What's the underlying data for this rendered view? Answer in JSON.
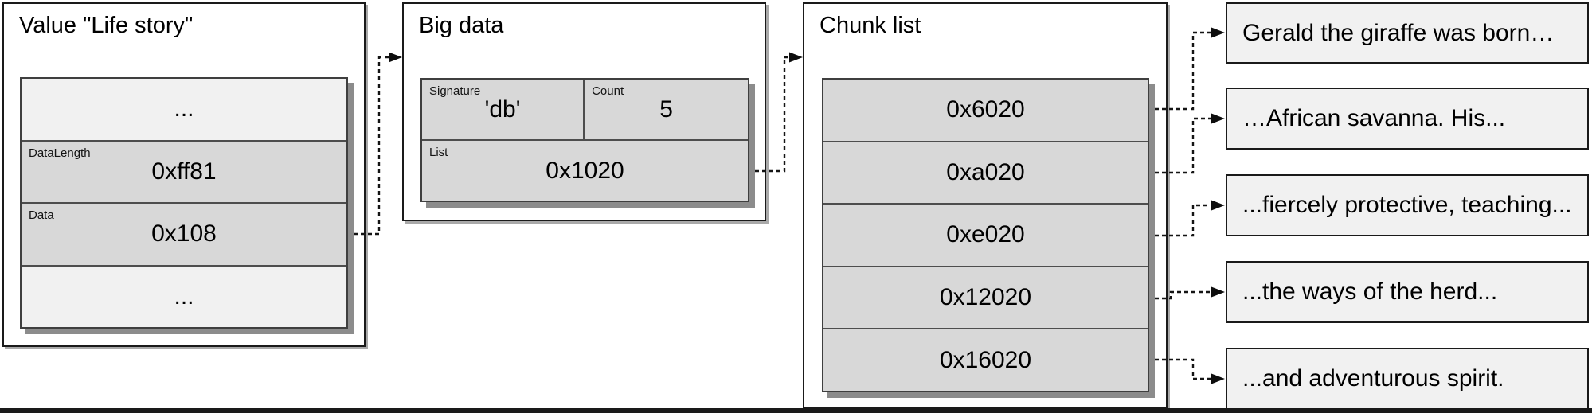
{
  "diagram": {
    "value_box": {
      "title": "Value \"Life story\"",
      "rows": [
        {
          "label": "",
          "value": "..."
        },
        {
          "label": "DataLength",
          "value": "0xff81"
        },
        {
          "label": "Data",
          "value": "0x108"
        },
        {
          "label": "",
          "value": "..."
        }
      ]
    },
    "big_data_box": {
      "title": "Big data",
      "cells": {
        "signature": {
          "label": "Signature",
          "value": "'db'"
        },
        "count": {
          "label": "Count",
          "value": "5"
        },
        "list": {
          "label": "List",
          "value": "0x1020"
        }
      }
    },
    "chunk_list_box": {
      "title": "Chunk list",
      "offsets": [
        "0x6020",
        "0xa020",
        "0xe020",
        "0x12020",
        "0x16020"
      ]
    },
    "data_chunks": [
      "Gerald the giraffe was born…",
      "…African savanna. His...",
      "...fiercely protective, teaching...",
      "...the ways of the herd...",
      "...and adventurous spirit."
    ],
    "colors": {
      "row_fill": "#d8d8d8",
      "separator_fill": "#f1f1f1",
      "box_fill": "#ffffff",
      "border": "#1a1a1a",
      "table_shadow": "#8c8c8c"
    }
  }
}
